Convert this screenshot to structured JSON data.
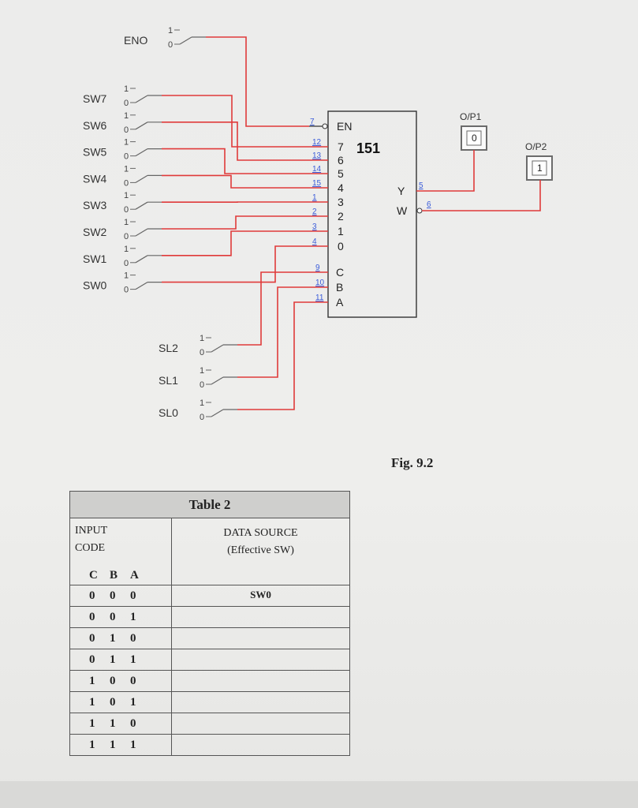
{
  "circuit": {
    "enable_switch": {
      "label": "ENO",
      "high": "1",
      "low": "0"
    },
    "data_switches": [
      {
        "label": "SW7",
        "high": "1",
        "low": "0",
        "pin": "12",
        "input": "7"
      },
      {
        "label": "SW6",
        "high": "1",
        "low": "0",
        "pin": "13",
        "input": "6"
      },
      {
        "label": "SW5",
        "high": "1",
        "low": "0",
        "pin": "14",
        "input": "5"
      },
      {
        "label": "SW4",
        "high": "1",
        "low": "0",
        "pin": "15",
        "input": "4"
      },
      {
        "label": "SW3",
        "high": "1",
        "low": "0",
        "pin": "1",
        "input": "3"
      },
      {
        "label": "SW2",
        "high": "1",
        "low": "0",
        "pin": "2",
        "input": "2"
      },
      {
        "label": "SW1",
        "high": "1",
        "low": "0",
        "pin": "3",
        "input": "1"
      },
      {
        "label": "SW0",
        "high": "1",
        "low": "0",
        "pin": "4",
        "input": "0"
      }
    ],
    "select_switches": [
      {
        "label": "SL2",
        "high": "1",
        "low": "0",
        "pin": "9",
        "input": "C"
      },
      {
        "label": "SL1",
        "high": "1",
        "low": "0",
        "pin": "10",
        "input": "B"
      },
      {
        "label": "SL0",
        "high": "1",
        "low": "0",
        "pin": "11",
        "input": "A"
      }
    ],
    "chip": {
      "number": "151",
      "enable_label": "EN",
      "enable_pin": "7",
      "outputs": [
        {
          "label": "Y",
          "pin": "5"
        },
        {
          "label": "W",
          "pin": "6"
        }
      ]
    },
    "probes": [
      {
        "label": "O/P1",
        "value": "0"
      },
      {
        "label": "O/P2",
        "value": "1"
      }
    ],
    "wire_color": "#e03a3a",
    "probe_color": "#6b6b6b"
  },
  "figure_caption": "Fig. 9.2",
  "table": {
    "title": "Table 2",
    "input_header_line1": "INPUT",
    "input_header_line2": "CODE",
    "source_header_line1": "DATA SOURCE",
    "source_header_line2": "(Effective SW)",
    "columns": [
      "C",
      "B",
      "A"
    ],
    "rows": [
      {
        "c": "0",
        "b": "0",
        "a": "0",
        "source": "SW0"
      },
      {
        "c": "0",
        "b": "0",
        "a": "1",
        "source": ""
      },
      {
        "c": "0",
        "b": "1",
        "a": "0",
        "source": ""
      },
      {
        "c": "0",
        "b": "1",
        "a": "1",
        "source": ""
      },
      {
        "c": "1",
        "b": "0",
        "a": "0",
        "source": ""
      },
      {
        "c": "1",
        "b": "0",
        "a": "1",
        "source": ""
      },
      {
        "c": "1",
        "b": "1",
        "a": "0",
        "source": ""
      },
      {
        "c": "1",
        "b": "1",
        "a": "1",
        "source": ""
      }
    ]
  }
}
